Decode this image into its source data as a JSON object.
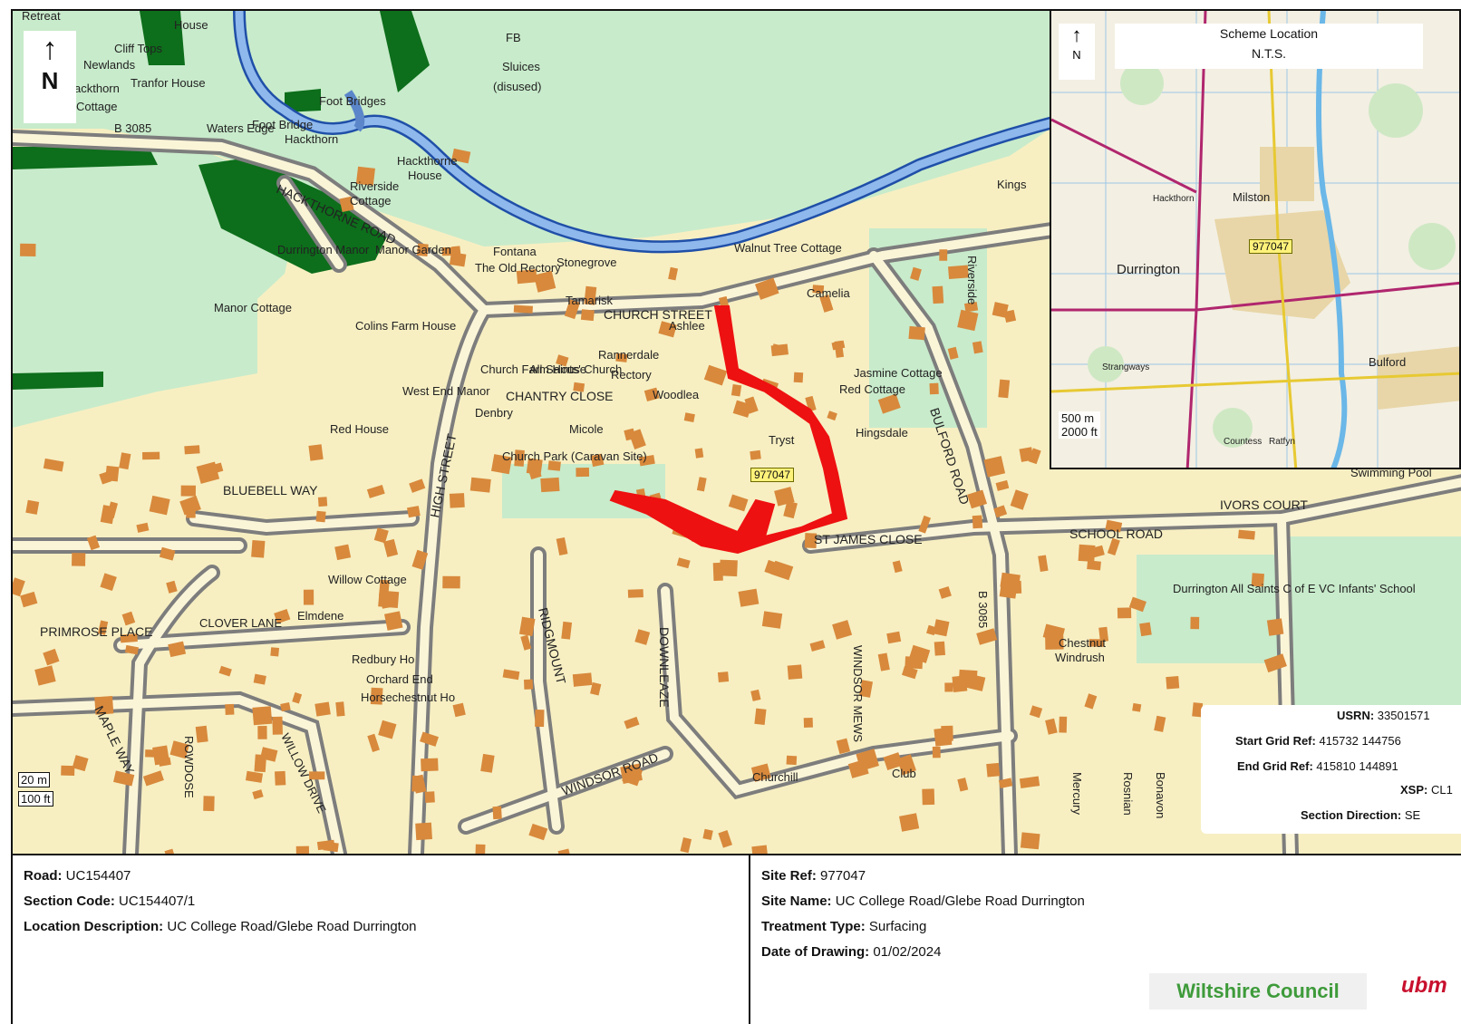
{
  "map": {
    "north_letter": "N",
    "scale_small": [
      "20 m",
      "100 ft"
    ],
    "site_label": "977047",
    "labels": [
      "Retreat",
      "House",
      "Cliff Tops",
      "Newlands",
      "Tranfor House",
      "ackthorn",
      "Cottage",
      "B 3085",
      "FB",
      "Sluices",
      "(disused)",
      "Foot Bridges",
      "Waters Edge",
      "Foot Bridge",
      "Hackthorn",
      "Hackthorne",
      "House",
      "Riverside",
      "Cottage",
      "HACKTHORNE ROAD",
      "Manor Garden",
      "Durrington Manor",
      "Fontana",
      "The Old Rectory",
      "Stonegrove",
      "Walnut Tree Cottage",
      "Tamarisk",
      "CHURCH STREET",
      "Ashlee",
      "Camelia",
      "Manor Cottage",
      "Colins Farm House",
      "Rannerdale",
      "Church Farm House",
      "All Saints' Church",
      "Rectory",
      "CHANTRY CLOSE",
      "West End Manor",
      "Denbry",
      "Woodlea",
      "Red House",
      "Micole",
      "Tryst",
      "Jasmine Cottage",
      "Red Cottage",
      "Hingsdale",
      "BULFORD ROAD",
      "BLUEBELL WAY",
      "HIGH STREET",
      "Church Park (Caravan Site)",
      "ST JAMES CLOSE",
      "SCHOOL ROAD",
      "IVORS COURT",
      "Swimming Pool",
      "Willow Cottage",
      "CLOVER LANE",
      "Elmdene",
      "PRIMROSE PLACE",
      "Redbury Ho",
      "Orchard End",
      "Horsechestnut Ho",
      "RIDGMOUNT",
      "DOWNLEAZE",
      "Durrington All Saints C of E VC Infants' School",
      "Chestnut",
      "Windrush",
      "MAPLE WAY",
      "ROWDOSE",
      "WILLOW DRIVE",
      "WINDSOR ROAD",
      "WINDSOR MEWS",
      "Club",
      "Churchill",
      "Mercury",
      "Rosnian",
      "Bonavon",
      "Kings",
      "Riverside",
      "B 3085"
    ]
  },
  "inset": {
    "title": "Scheme Location",
    "subtitle": "N.T.S.",
    "north_letter": "N",
    "site_label": "977047",
    "labels": [
      "Durrington",
      "Milston",
      "Bulford",
      "Hackthorn",
      "Strangways",
      "Ratfyn",
      "Countess"
    ],
    "scale": [
      "500 m",
      "2000 ft"
    ]
  },
  "info": {
    "usrn_label": "USRN:",
    "usrn_value": "33501571",
    "start_label": "Start Grid Ref:",
    "start_value": "415732 144756",
    "end_label": "End Grid Ref:",
    "end_value": "415810 144891",
    "xsp_label": "XSP:",
    "xsp_value": "CL1",
    "direction_label": "Section Direction:",
    "direction_value": "SE"
  },
  "details": {
    "road_label": "Road:",
    "road_value": "UC154407",
    "section_label": "Section Code:",
    "section_value": "UC154407/1",
    "location_label": "Location Description:",
    "location_value": "UC College Road/Glebe Road Durrington",
    "site_ref_label": "Site Ref:",
    "site_ref_value": "977047",
    "site_name_label": "Site Name:",
    "site_name_value": "UC College Road/Glebe Road Durrington",
    "treatment_label": "Treatment Type:",
    "treatment_value": "Surfacing",
    "date_label": "Date of Drawing:",
    "date_value": "01/02/2024"
  },
  "logos": {
    "council": "Wiltshire Council",
    "partner": "ubm"
  },
  "colors": {
    "built_up": "#f7efc2",
    "green": "#c8ebcb",
    "woodland": "#0d6e1b",
    "building": "#d8893c",
    "road": "#8f8f8f",
    "river": "#5b86c9",
    "scheme": "#ee1111"
  }
}
